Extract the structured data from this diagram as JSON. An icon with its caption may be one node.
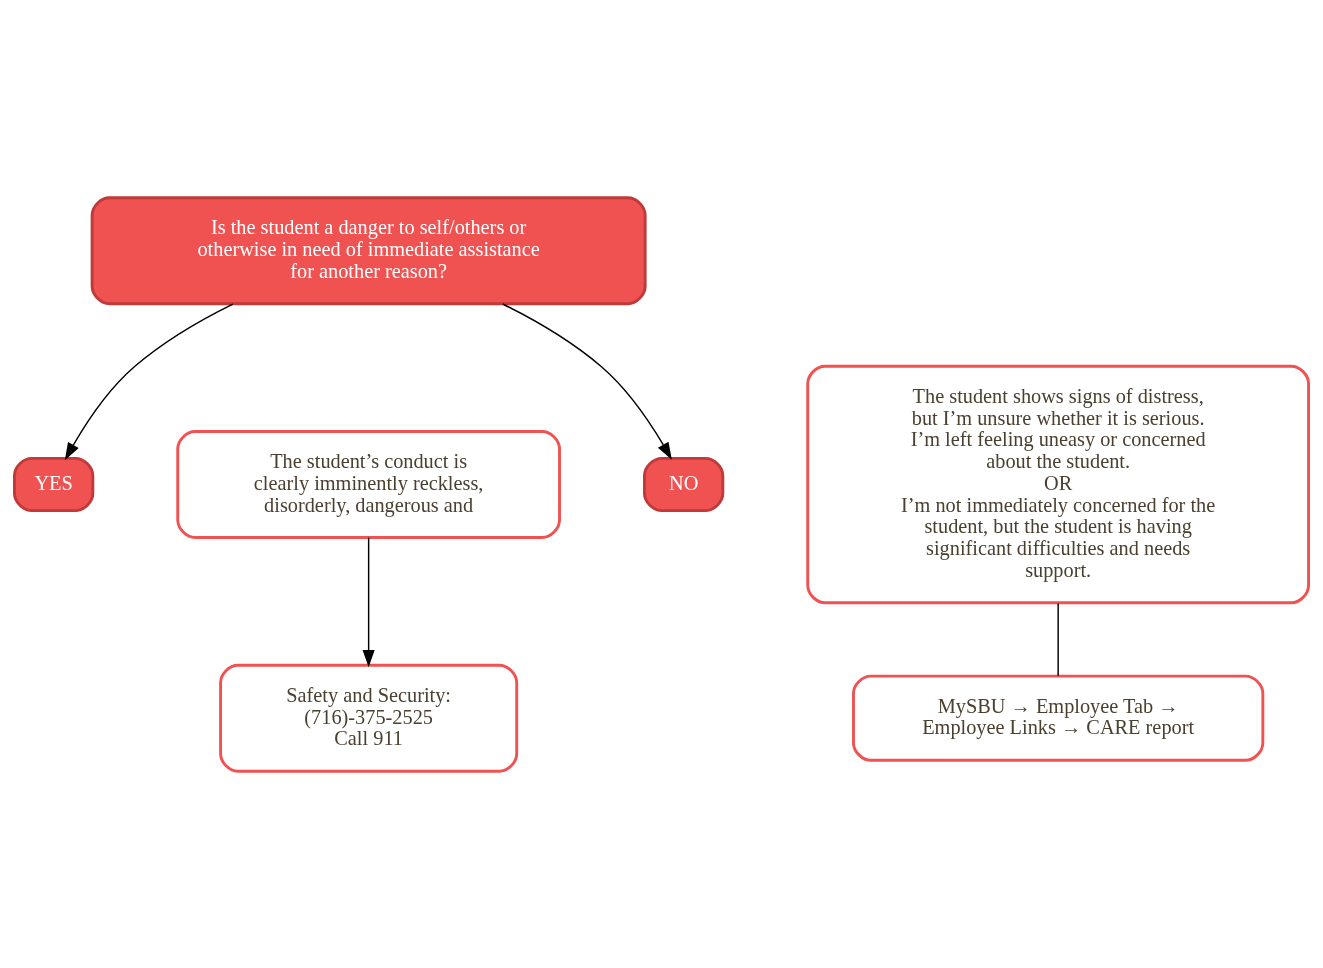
{
  "diagram": {
    "nodes": [
      {
        "text": [
          "Is the student a danger to self/others or otherwise in need of immediate assistance for another reason?"
        ]
      },
      {
        "text": [
          "YES"
        ]
      },
      {
        "text": [
          "The student’s conduct is clearly imminently reckless, disorderly, dangerous and"
        ]
      },
      {
        "text": [
          "Safety and Security:",
          "(716)-375-2525",
          "Call 911"
        ]
      },
      {
        "text": [
          "NO"
        ]
      },
      {
        "text": [
          "The student shows signs of distress, but I’m unsure whether it is serious. I’m left feeling uneasy or concerned about the student.",
          "OR",
          "I’m not immediately concerned for the student, but the student is having significant difficulties and needs support."
        ]
      },
      {
        "text": [
          "MySBU → Employee Tab → Employee Links → CARE report"
        ]
      }
    ],
    "edges": [
      {
        "from": 0,
        "to": 1,
        "arrow": "to"
      },
      {
        "from": 0,
        "to": 4,
        "arrow": "to"
      },
      {
        "from": 2,
        "to": 3,
        "arrow": "to"
      },
      {
        "from": 5,
        "to": 6,
        "arrow": "none"
      }
    ]
  }
}
